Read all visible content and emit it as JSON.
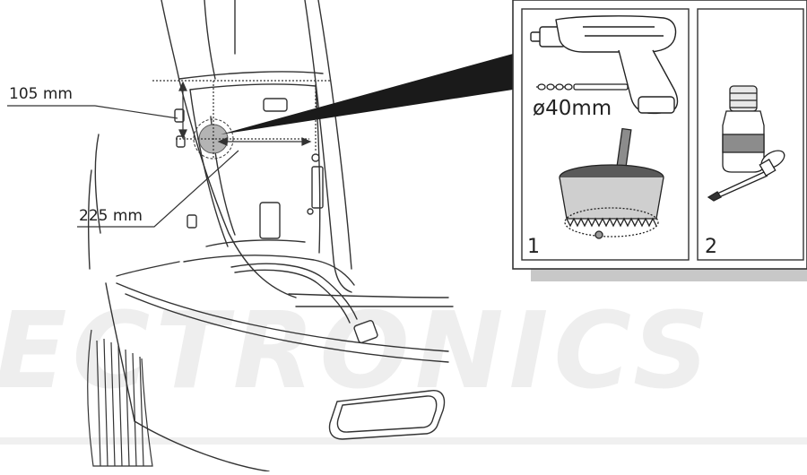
{
  "labels": {
    "dim_vertical": "105 mm",
    "dim_horizontal": "225 mm",
    "hole_size": "ø40mm",
    "panel1_number": "1",
    "panel2_number": "2",
    "watermark": "ECTRONICS"
  },
  "colors": {
    "line": "#333333",
    "panel_border": "#333333",
    "panel_shadow": "#c8c8c8",
    "watermark": "#eeeeee",
    "hole_marker": "#b4b4b4"
  },
  "icons": [
    "drill-icon",
    "drill-bit-icon",
    "hole-saw-icon",
    "paint-bottle-icon",
    "brush-icon"
  ]
}
